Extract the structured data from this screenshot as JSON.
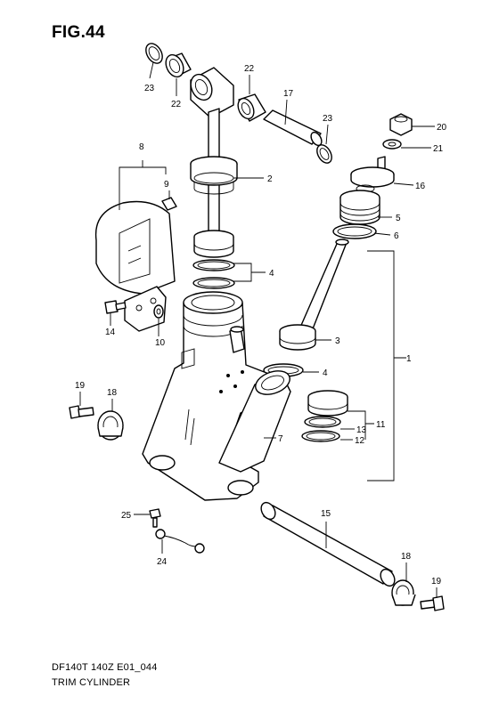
{
  "figure": {
    "title": "FIG.44",
    "code": "DF140T 140Z E01_044",
    "name": "TRIM CYLINDER"
  },
  "callouts": [
    "1",
    "2",
    "3",
    "4",
    "4",
    "5",
    "6",
    "7",
    "8",
    "9",
    "10",
    "11",
    "12",
    "13",
    "14",
    "15",
    "16",
    "17",
    "18",
    "18",
    "19",
    "19",
    "20",
    "21",
    "22",
    "22",
    "23",
    "23",
    "24",
    "25"
  ]
}
